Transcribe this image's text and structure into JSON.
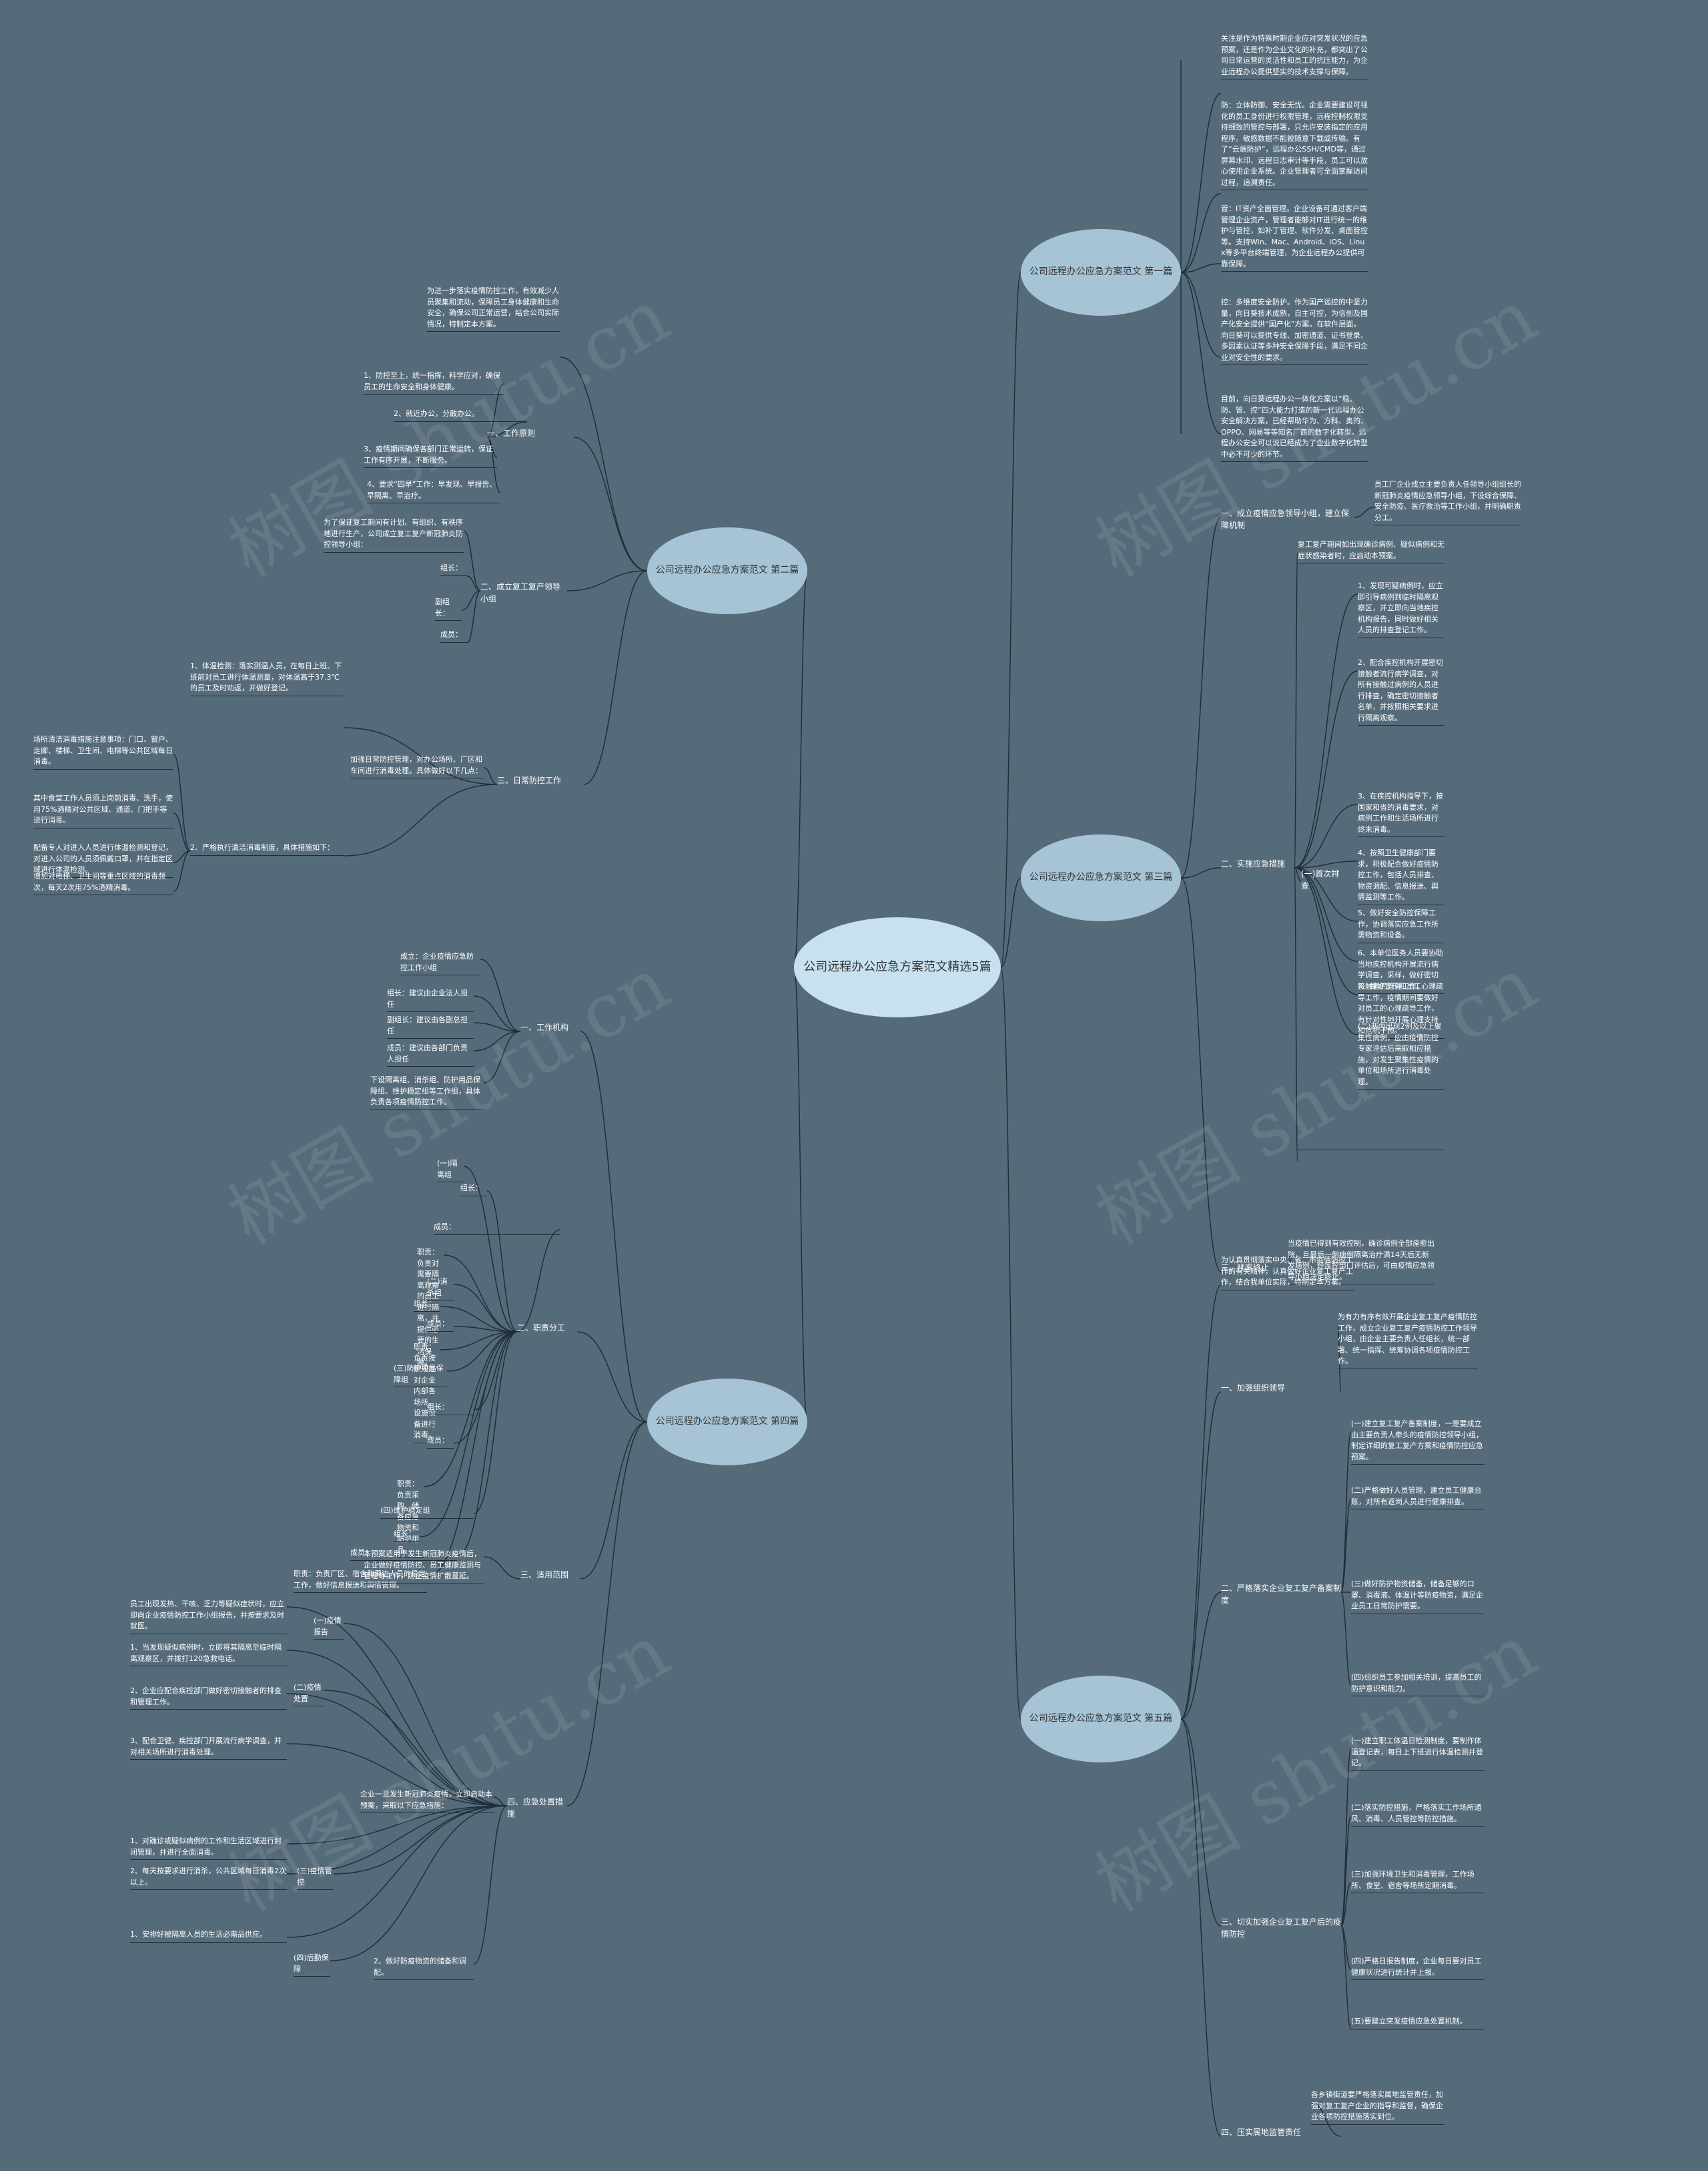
{
  "watermark": "树图 shutu.cn",
  "center": "公司远程办公应急方案范文精选5篇",
  "branches": {
    "b1": {
      "title": "公司远程办公应急方案范文 第一篇",
      "items": [
        "关注是作为特殊时期企业应对突发状况的应急预案，还是作为企业文化的补充，都突出了公司日常运营的灵活性和员工的抗压能力，为企业远程办公提供坚实的技术支撑与保障。",
        "防：立体防御、安全无忧。企业需要建设可视化的员工身份进行权限管理，远程控制权限支持细致的管控与部署，只允许安装指定的应用程序。敏感数据不能被随意下载或传输。有了“云端防护”，远程办公SSH/CMD等，通过屏幕水印、远程日志审计等手段，员工可以放心使用企业系统。企业管理者可全面掌握访问过程，追溯责任。",
        "管：IT资产全面管理。企业设备可通过客户端管理企业资产，管理者能够对IT进行统一的维护与管控，如补丁管理、软件分发、桌面管控等。支持Win、Mac、Android、iOS、Linux等多平台终端管理，为企业远程办公提供可靠保障。",
        "控：多维度安全防护。作为国产远控的中坚力量，向日葵技术成熟，自主可控，为信创及国产化安全提供“国产化”方案。在软件层面，向日葵可以提供专线、加密通道、证书登录、多因素认证等多种安全保障手段，满足不同企业对安全性的要求。",
        "目前，向日葵远程办公一体化方案以“稳、防、管、控”四大能力打造的新一代远程办公安全解决方案，已经帮助华为、方科、奥的、OPPO、网易等等知名厂商的数字化转型。远程办公安全可以说已经成为了企业数字化转型中必不可少的环节。"
      ]
    },
    "b2": {
      "title": "公司远程办公应急方案范文 第二篇",
      "intro": "为进一步落实疫情防控工作，有效减少人员聚集和流动，保障员工身体健康和生命安全，确保公司正常运营，结合公司实际情况，特制定本方案。",
      "sub": [
        {
          "label": "一、工作原则",
          "items": [
            "1、防控至上，统一指挥，科学应对，确保员工的生命安全和身体健康。",
            "2、就近办公，分散办公。",
            "3、疫情期间确保各部门正常运转，保证工作有序开展，不断服务。",
            "4、要求“四早”工作：早发现、早报告、早隔离、早治疗。"
          ]
        },
        {
          "label": "二、成立复工复产领导小组",
          "items": [
            "为了保证复工期间有计划、有组织、有秩序地进行生产，公司成立复工复产新冠肺炎防控领导小组：",
            "组长：",
            "副组长：",
            "成员："
          ]
        },
        {
          "label": "三、日常防控工作",
          "items": [
            "1、体温检测：落实测温人员，在每日上班、下班前对员工进行体温测量，对体温高于37.3℃的员工及时劝返，并做好登记。",
            "加强日常防控管理，对办公场所、厂区和车间进行消毒处理。具体做好以下几点：",
            "2、严格执行清洁消毒制度，具体措施如下："
          ]
        }
      ],
      "left": [
        "场所清洁消毒措施注意事项：门口、窗户、走廊、楼梯、卫生间、电梯等公共区域每日消毒。",
        "其中食堂工作人员须上岗前消毒、洗手，使用75%酒精对公共区域、通道、门把手等进行消毒。",
        "配备专人对进入人员进行体温检测和登记，对进入公司的人员须佩戴口罩，并在指定区域进行体温检测。",
        "增加对电梯、卫生间等重点区域的消毒频次，每天2次用75%酒精消毒。"
      ]
    },
    "b3": {
      "title": "公司远程办公应急方案范文 第三篇",
      "sub": [
        {
          "label": "一、成立疫情应急领导小组，建立保障机制",
          "items": [
            "员工厂企业成立主要负责人任领导小组组长的新冠肺炎疫情应急领导小组，下设综合保障、安全防疫、医疗救治等工作小组，并明确职责分工。"
          ]
        },
        {
          "label": "二、实施应急措施",
          "items": [
            "(一)首次排查",
            "复工复产期间如出现确诊病例、疑似病例和无症状感染者时，应启动本预案。",
            "1、发现可疑病例时，应立即引导病例到临时隔离观察区，并立即向当地疾控机构报告，同时做好相关人员的排查登记工作。",
            "2、配合疾控机构开展密切接触者流行病学调查，对所有接触过病例的人员进行排查，确定密切接触者名单，并按照相关要求进行隔离观察。",
            "3、在疾控机构指导下，按国家和省的消毒要求，对病例工作和生活场所进行终末消毒。",
            "4、按照卫生健康部门要求，积极配合做好疫情防控工作，包括人员排查、物资调配、信息报送、舆情监测等工作。",
            "5、做好安全防控保障工作，协调落实应急工作所需物资和设备。",
            "6、本单位医务人员要协助当地疾控机构开展流行病学调查，采样，做好密切接触者的管理工作。",
            "7、做好宣传和员工心理疏导工作，疫情期间要做好对员工的心理疏导工作，有针对性地开展心理支持和危机干预。",
            "(二)两内出现2例及以上聚集性病例，应由疫情防控专家评估后采取相应措施，对发生聚集性疫情的单位和场所进行消毒处理。"
          ]
        },
        {
          "label": "三、预案终止",
          "items": [
            "当疫情已得到有效控制，确诊病例全部痊愈出院，且最后一例病例隔离治疗满14天后无新发病例，经疾控部门评估后，可由疫情应急领导小组决定终止。"
          ]
        }
      ]
    },
    "b4": {
      "title": "公司远程办公应急方案范文 第四篇",
      "sub": [
        {
          "label": "一、工作机构",
          "items": [
            "成立：企业疫情应急防控工作小组",
            "组长：建议由企业法人担任",
            "副组长：建议由各副总担任",
            "成员：建议由各部门负责人担任",
            "下设隔离组、消杀组、防护用品保障组、维护稳定组等工作组，具体负责各项疫情防控工作。"
          ]
        },
        {
          "label": "二、职责分工",
          "items": [
            "(一)隔离组",
            "组长：",
            "成员：",
            "职责：负责对需要隔离观察的员工进行隔离，并提供必要的生活保障。",
            "(二)消杀组",
            "组长：",
            "成员：",
            "职责：负责按照规定对企业内部各场所、设施设备进行消毒。",
            "(三)防护用品保障组",
            "组长：",
            "成员：",
            "职责：负责采购、储备应急物资和防护用品。",
            "(四)维护稳定组",
            "组长：",
            "成员：",
            "职责：负责厂区、宿舍和周边人员的稳定工作，做好信息报送和舆情管理。"
          ]
        },
        {
          "label": "三、适用范围",
          "items": [
            "本预案适用于发生新冠肺炎疫情后，企业做好疫情防控、员工健康监测与管理等工作，防止疫情扩散蔓延。"
          ]
        },
        {
          "label": "四、应急处置措施",
          "items": [
            "企业一旦发生新冠肺炎疫情，立即启动本预案，采取以下应急措施：",
            "(一)疫情报告",
            "员工出现发热、干咳、乏力等疑似症状时，应立即向企业疫情防控工作小组报告，并按要求及时就医。",
            "(二)疫情处置",
            "1、当发现疑似病例时，立即将其隔离至临时隔离观察区，并拨打120急救电话。",
            "2、企业应配合疾控部门做好密切接触者的排查和管理工作。",
            "3、配合卫健、疾控部门开展流行病学调查，并对相关场所进行消毒处理。",
            "(三)疫情管控",
            "1、对确诊或疑似病例的工作和生活区域进行封闭管理，并进行全面消毒。",
            "2、每天按要求进行消杀，公共区域每日消毒2次以上。",
            "(四)后勤保障",
            "1、安排好被隔离人员的生活必需品供应。",
            "2、做好防疫物资的储备和调配。"
          ]
        }
      ]
    },
    "b5": {
      "title": "公司远程办公应急方案范文 第五篇",
      "intro": "为认真贯彻落实中央、省、市疫情防控工作的有关精神，认真做好企业复工复产工作，结合我单位实际，特制定本方案。",
      "sub": [
        {
          "label": "一、加强组织领导",
          "items": [
            "为有力有序有效开展企业复工复产疫情防控工作，成立企业复工复产疫情防控工作领导小组，由企业主要负责人任组长，统一部署、统一指挥、统筹协调各项疫情防控工作。"
          ]
        },
        {
          "label": "二、严格落实企业复工复产备案制度",
          "items": [
            "(一)建立复工复产备案制度，一是要成立由主要负责人牵头的疫情防控领导小组，制定详细的复工复产方案和疫情防控应急预案。",
            "(二)严格做好人员管理，建立员工健康台账，对所有返岗人员进行健康排查。",
            "(三)做好防护物资储备，储备足够的口罩、消毒液、体温计等防疫物资，满足企业员工日常防护需要。",
            "(四)组织员工参加相关培训，提高员工的防护意识和能力。"
          ]
        },
        {
          "label": "三、切实加强企业复工复产后的疫情防控",
          "items": [
            "(一)建立职工体温日检测制度，要制作体温登记表，每日上下班进行体温检测并登记。",
            "(二)落实防控措施，严格落实工作场所通风、消毒、人员管控等防控措施。",
            "(三)加强环境卫生和消毒管理，工作场所、食堂、宿舍等场所定期消毒。",
            "(四)严格日报告制度，企业每日要对员工健康状况进行统计并上报。",
            "(五)要建立突发疫情应急处置机制。"
          ]
        },
        {
          "label": "四、压实属地监管责任",
          "items": [
            "各乡镇街道要严格落实属地监管责任，加强对复工复产企业的指导和监督，确保企业各项防控措施落实到位。"
          ]
        }
      ]
    }
  }
}
